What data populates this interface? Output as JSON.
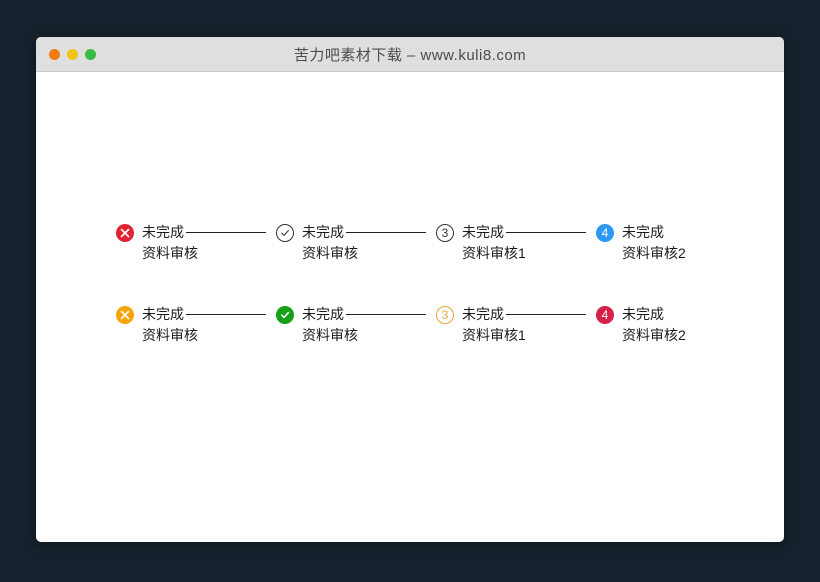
{
  "window": {
    "title": "苦力吧素材下载 – www.kuli8.com",
    "traffic_lights": [
      {
        "name": "orange",
        "color": "#f4790f"
      },
      {
        "name": "yellow",
        "color": "#edc613"
      },
      {
        "name": "green",
        "color": "#37bb43"
      }
    ],
    "titlebar_bg": "#dfdfdf",
    "body_bg": "#ffffff",
    "page_bg": "#16222d"
  },
  "steps": {
    "connector_color": "#222222",
    "rows": [
      {
        "items": [
          {
            "icon": "x-icon",
            "variant": "filled",
            "color": "#e02433",
            "title": "未完成",
            "subtitle": "资料审核"
          },
          {
            "icon": "check-icon",
            "variant": "outline",
            "color": "#333333",
            "title": "未完成",
            "subtitle": "资料审核"
          },
          {
            "icon": "number-icon",
            "number": "3",
            "variant": "outline",
            "color": "#333333",
            "title": "未完成",
            "subtitle": "资料审核1"
          },
          {
            "icon": "number-icon",
            "number": "4",
            "variant": "filled",
            "color": "#2e99f3",
            "title": "未完成",
            "subtitle": "资料审核2"
          }
        ]
      },
      {
        "items": [
          {
            "icon": "x-icon",
            "variant": "filled",
            "color": "#f7a30b",
            "title": "未完成",
            "subtitle": "资料审核"
          },
          {
            "icon": "check-icon",
            "variant": "filled",
            "color": "#16a016",
            "title": "未完成",
            "subtitle": "资料审核"
          },
          {
            "icon": "number-icon",
            "number": "3",
            "variant": "outline",
            "color": "#e2a93b",
            "title": "未完成",
            "subtitle": "资料审核1"
          },
          {
            "icon": "number-icon",
            "number": "4",
            "variant": "filled",
            "color": "#d6214a",
            "title": "未完成",
            "subtitle": "资料审核2"
          }
        ]
      }
    ]
  }
}
